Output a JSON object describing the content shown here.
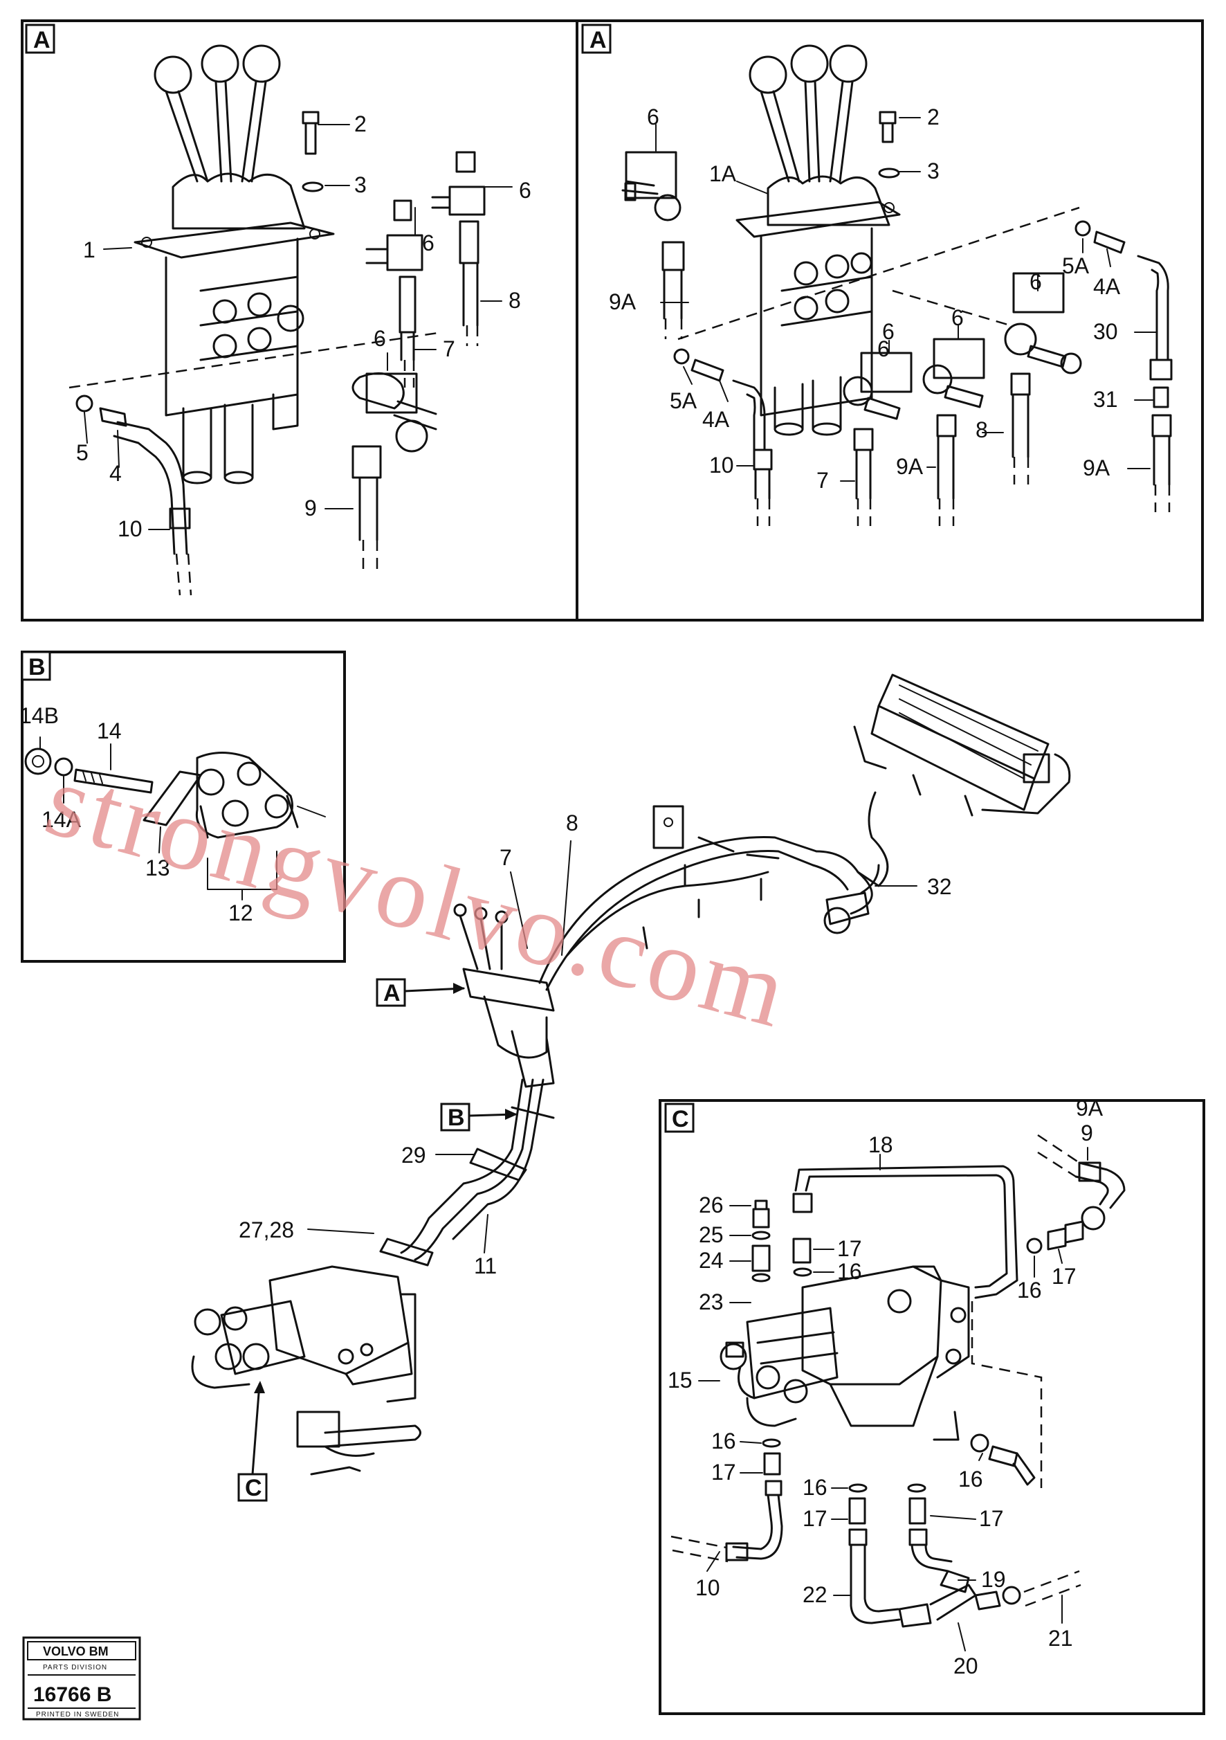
{
  "panels": {
    "a_left": {
      "tag": "A",
      "labels": [
        "1",
        "2",
        "3",
        "4",
        "5",
        "6",
        "6",
        "6",
        "7",
        "8",
        "9",
        "10"
      ]
    },
    "a_right": {
      "tag": "A",
      "labels": [
        "1A",
        "2",
        "3",
        "4A",
        "4A",
        "5A",
        "5A",
        "6",
        "6",
        "6",
        "6",
        "6",
        "7",
        "8",
        "9A",
        "9A",
        "9A",
        "10",
        "30",
        "31"
      ]
    },
    "b": {
      "tag": "B",
      "labels": [
        "14B",
        "14",
        "14A",
        "13",
        "12"
      ]
    },
    "c": {
      "tag": "C",
      "labels": [
        "18",
        "9A",
        "9",
        "26",
        "25",
        "24",
        "23",
        "17",
        "16",
        "16",
        "17",
        "15",
        "16",
        "17",
        "16",
        "16",
        "17",
        "17",
        "10",
        "22",
        "19",
        "20",
        "21"
      ]
    }
  },
  "overview": {
    "labels": [
      "8",
      "7",
      "32",
      "29",
      "27,28",
      "11"
    ],
    "callout_tags": [
      "A",
      "B",
      "C"
    ]
  },
  "watermark": "strongvolvo.com",
  "badge": {
    "brand": "VOLVO BM",
    "division": "PARTS DIVISION",
    "number": "16766 B",
    "printed": "PRINTED IN SWEDEN"
  }
}
